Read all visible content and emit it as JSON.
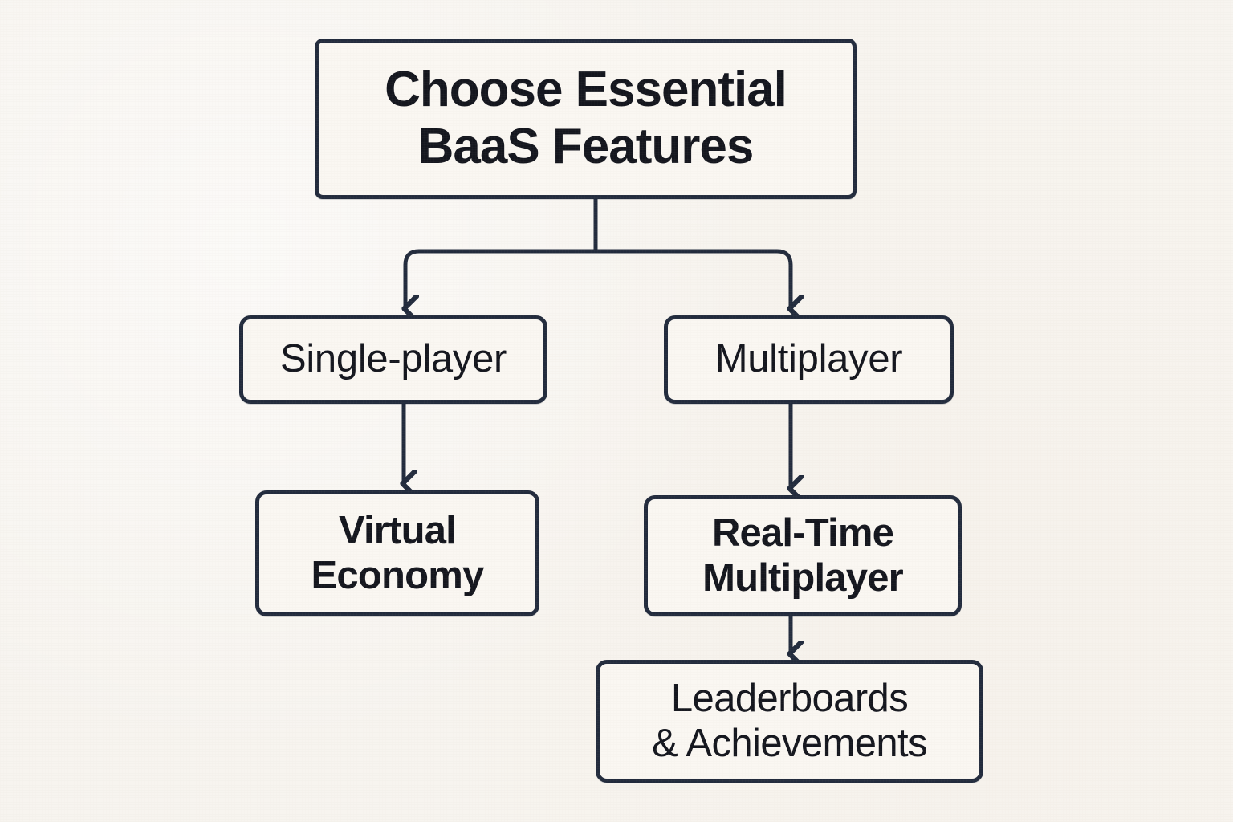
{
  "diagram": {
    "title_text": "Choose Essential\nBaaS Features",
    "background_color": "#f7f4ef",
    "node_fill_color": "#faf7f2",
    "stroke_color": "#222b3d",
    "text_color": "#14161e",
    "type": "flowchart",
    "orientation": "top-down",
    "nodes": [
      {
        "id": "root",
        "label": "Choose Essential\nBaaS Features",
        "level": 0
      },
      {
        "id": "single-player",
        "label": "Single-player",
        "level": 1
      },
      {
        "id": "multiplayer",
        "label": "Multiplayer",
        "level": 1
      },
      {
        "id": "virtual-economy",
        "label": "Virtual\nEconomy",
        "level": 2
      },
      {
        "id": "real-time-multiplayer",
        "label": "Real-Time\nMultiplayer",
        "level": 2
      },
      {
        "id": "leaderboards-achievements",
        "label": "Leaderboards\n& Achievements",
        "level": 3
      }
    ],
    "edges": [
      {
        "from": "root",
        "to": "single-player",
        "style": "elbow-arrow"
      },
      {
        "from": "root",
        "to": "multiplayer",
        "style": "elbow-arrow"
      },
      {
        "from": "single-player",
        "to": "virtual-economy",
        "style": "straight-arrow"
      },
      {
        "from": "multiplayer",
        "to": "real-time-multiplayer",
        "style": "straight-arrow"
      },
      {
        "from": "real-time-multiplayer",
        "to": "leaderboards-achievements",
        "style": "straight-arrow"
      }
    ]
  }
}
